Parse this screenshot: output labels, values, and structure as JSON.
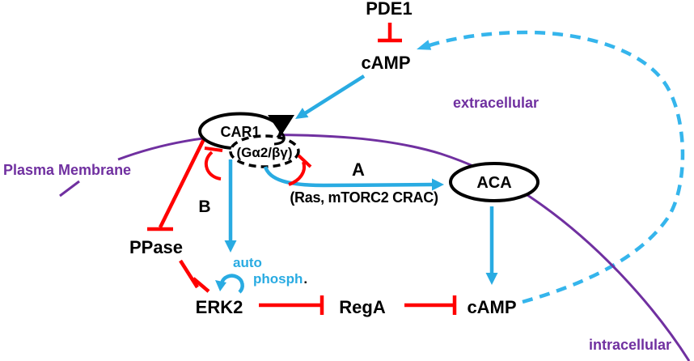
{
  "figure": {
    "type": "signaling-pathway-diagram",
    "regions": {
      "extracellular": "extracellular",
      "intracellular": "intracellular",
      "membrane": "Plasma Membrane"
    },
    "nodes": {
      "pde1": "PDE1",
      "camp_extracellular": "cAMP",
      "car1": "CAR1",
      "g_protein": "(Gα2/βγ)",
      "aca": "ACA",
      "ppase": "PPase",
      "erk2": "ERK2",
      "rega": "RegA",
      "camp_intracellular": "cAMP"
    },
    "labels": {
      "pathway_a": "A",
      "pathway_b": "B",
      "effectors": "(Ras, mTORC2 CRAC)",
      "auto": "auto",
      "phosph": "phosph",
      "phosph_period": "."
    },
    "colors": {
      "activation_cyan": "#29ABE2",
      "inhibition_red": "#FF0000",
      "membrane_purple": "#7030A0",
      "node_black": "#000000",
      "background": "#FFFFFF"
    },
    "interactions": [
      {
        "from": "PDE1",
        "to": "cAMP (extracellular)",
        "type": "inhibition"
      },
      {
        "from": "cAMP (extracellular)",
        "to": "CAR1",
        "type": "activation"
      },
      {
        "from": "CAR1 / Gα2βγ",
        "to": "ACA",
        "type": "activation",
        "via": "pathway A (Ras, mTORC2 CRAC)"
      },
      {
        "from": "CAR1",
        "to": "PPase",
        "type": "inhibition",
        "via": "pathway B"
      },
      {
        "from": "CAR1 / Gα2βγ",
        "to": "ERK2",
        "type": "activation"
      },
      {
        "from": "ERK2",
        "to": "ERK2",
        "type": "autophosphorylation"
      },
      {
        "from": "PPase",
        "to": "ERK2",
        "type": "inhibition"
      },
      {
        "from": "ERK2",
        "to": "RegA",
        "type": "inhibition"
      },
      {
        "from": "RegA",
        "to": "cAMP (intracellular)",
        "type": "inhibition"
      },
      {
        "from": "ACA",
        "to": "cAMP (intracellular)",
        "type": "activation"
      },
      {
        "from": "cAMP (intracellular)",
        "to": "cAMP (extracellular)",
        "type": "secretion (dashed recycling loop)"
      },
      {
        "from": "Gα2/βγ",
        "to": "CAR1 coupling",
        "type": "inhibitory feedback (red hooks)"
      }
    ]
  }
}
